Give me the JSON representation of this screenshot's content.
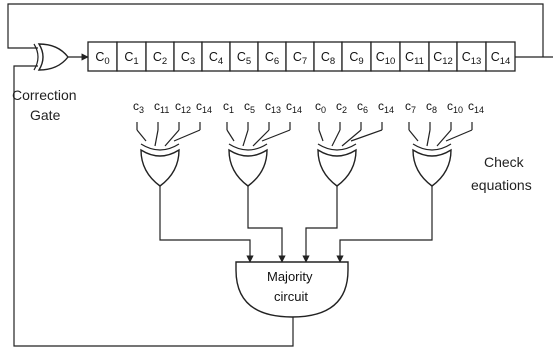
{
  "register": {
    "cells": [
      {
        "base": "C",
        "sub": "0"
      },
      {
        "base": "C",
        "sub": "1"
      },
      {
        "base": "C",
        "sub": "2"
      },
      {
        "base": "C",
        "sub": "3"
      },
      {
        "base": "C",
        "sub": "4"
      },
      {
        "base": "C",
        "sub": "5"
      },
      {
        "base": "C",
        "sub": "6"
      },
      {
        "base": "C",
        "sub": "7"
      },
      {
        "base": "C",
        "sub": "8"
      },
      {
        "base": "C",
        "sub": "9"
      },
      {
        "base": "C",
        "sub": "10"
      },
      {
        "base": "C",
        "sub": "11"
      },
      {
        "base": "C",
        "sub": "12"
      },
      {
        "base": "C",
        "sub": "13"
      },
      {
        "base": "C",
        "sub": "14"
      }
    ]
  },
  "correction_gate": {
    "line1": "Correction",
    "line2": "Gate"
  },
  "check_equations_label": {
    "line1": "Check",
    "line2": "equations"
  },
  "majority_label": {
    "line1": "Majority",
    "line2": "circuit"
  },
  "check_equations": [
    {
      "inputs": [
        {
          "base": "c",
          "sub": "3"
        },
        {
          "base": "c",
          "sub": "11"
        },
        {
          "base": "c",
          "sub": "12"
        },
        {
          "base": "c",
          "sub": "14"
        }
      ]
    },
    {
      "inputs": [
        {
          "base": "c",
          "sub": "1"
        },
        {
          "base": "c",
          "sub": "5"
        },
        {
          "base": "c",
          "sub": "13"
        },
        {
          "base": "c",
          "sub": "14"
        }
      ]
    },
    {
      "inputs": [
        {
          "base": "c",
          "sub": "0"
        },
        {
          "base": "c",
          "sub": "2"
        },
        {
          "base": "c",
          "sub": "6"
        },
        {
          "base": "c",
          "sub": "14"
        }
      ]
    },
    {
      "inputs": [
        {
          "base": "c",
          "sub": "7"
        },
        {
          "base": "c",
          "sub": "8"
        },
        {
          "base": "c",
          "sub": "10"
        },
        {
          "base": "c",
          "sub": "14"
        }
      ]
    }
  ]
}
